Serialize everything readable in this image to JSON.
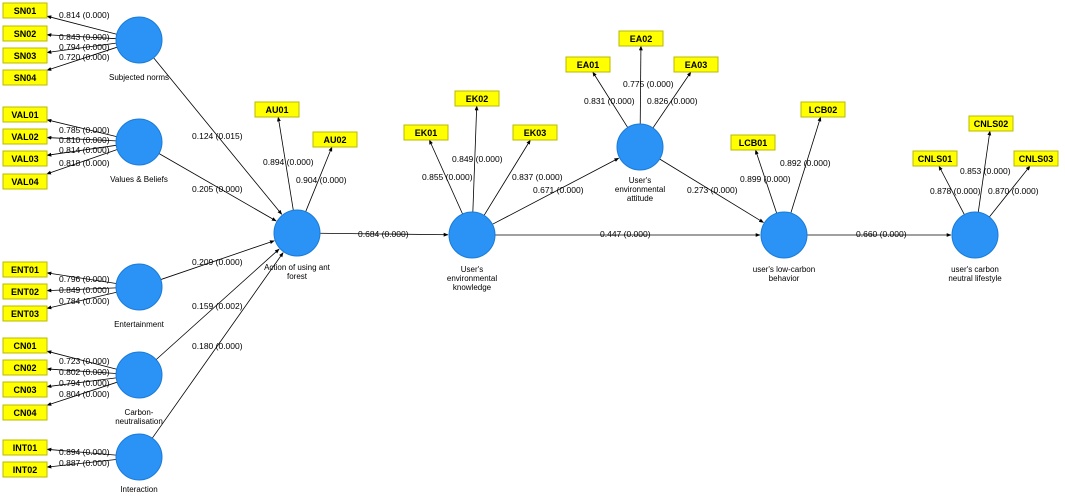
{
  "latent_variables": [
    {
      "id": "SN",
      "label_lines": [
        "Subjected norms"
      ]
    },
    {
      "id": "VB",
      "label_lines": [
        "Values & Beliefs"
      ]
    },
    {
      "id": "ENT",
      "label_lines": [
        "Entertainment"
      ]
    },
    {
      "id": "CN",
      "label_lines": [
        "Carbon-",
        "neutralisation"
      ]
    },
    {
      "id": "INT",
      "label_lines": [
        "Interaction"
      ]
    },
    {
      "id": "AU",
      "label_lines": [
        "Action of using ant",
        "forest"
      ]
    },
    {
      "id": "EK",
      "label_lines": [
        "User's",
        "environmental",
        "knowledge"
      ]
    },
    {
      "id": "EA",
      "label_lines": [
        "User's",
        "environmental",
        "attitude"
      ]
    },
    {
      "id": "LCB",
      "label_lines": [
        "user's low-carbon",
        "behavior"
      ]
    },
    {
      "id": "CNLS",
      "label_lines": [
        "user's carbon",
        "neutral lifestyle"
      ]
    }
  ],
  "indicators": [
    {
      "id": "SN01",
      "label": "SN01",
      "lv": "SN",
      "loading": "0.814 (0.000)"
    },
    {
      "id": "SN02",
      "label": "SN02",
      "lv": "SN",
      "loading": "0.843 (0.000)"
    },
    {
      "id": "SN03",
      "label": "SN03",
      "lv": "SN",
      "loading": "0.794 (0.000)"
    },
    {
      "id": "SN04",
      "label": "SN04",
      "lv": "SN",
      "loading": "0.720 (0.000)"
    },
    {
      "id": "VAL01",
      "label": "VAL01",
      "lv": "VB",
      "loading": "0.785 (0.000)"
    },
    {
      "id": "VAL02",
      "label": "VAL02",
      "lv": "VB",
      "loading": "0.810 (0.000)"
    },
    {
      "id": "VAL03",
      "label": "VAL03",
      "lv": "VB",
      "loading": "0.814 (0.000)"
    },
    {
      "id": "VAL04",
      "label": "VAL04",
      "lv": "VB",
      "loading": "0.818 (0.000)"
    },
    {
      "id": "ENT01",
      "label": "ENT01",
      "lv": "ENT",
      "loading": "0.796 (0.000)"
    },
    {
      "id": "ENT02",
      "label": "ENT02",
      "lv": "ENT",
      "loading": "0.849 (0.000)"
    },
    {
      "id": "ENT03",
      "label": "ENT03",
      "lv": "ENT",
      "loading": "0.784 (0.000)"
    },
    {
      "id": "CN01",
      "label": "CN01",
      "lv": "CN",
      "loading": "0.723 (0.000)"
    },
    {
      "id": "CN02",
      "label": "CN02",
      "lv": "CN",
      "loading": "0.802 (0.000)"
    },
    {
      "id": "CN03",
      "label": "CN03",
      "lv": "CN",
      "loading": "0.794 (0.000)"
    },
    {
      "id": "CN04",
      "label": "CN04",
      "lv": "CN",
      "loading": "0.804 (0.000)"
    },
    {
      "id": "INT01",
      "label": "INT01",
      "lv": "INT",
      "loading": "0.894 (0.000)"
    },
    {
      "id": "INT02",
      "label": "INT02",
      "lv": "INT",
      "loading": "0.887 (0.000)"
    },
    {
      "id": "AU01",
      "label": "AU01",
      "lv": "AU",
      "loading": "0.894 (0.000)"
    },
    {
      "id": "AU02",
      "label": "AU02",
      "lv": "AU",
      "loading": "0.904 (0.000)"
    },
    {
      "id": "EK01",
      "label": "EK01",
      "lv": "EK",
      "loading": "0.855 (0.000)"
    },
    {
      "id": "EK02",
      "label": "EK02",
      "lv": "EK",
      "loading": "0.849 (0.000)"
    },
    {
      "id": "EK03",
      "label": "EK03",
      "lv": "EK",
      "loading": "0.837 (0.000)"
    },
    {
      "id": "EA01",
      "label": "EA01",
      "lv": "EA",
      "loading": "0.831 (0.000)"
    },
    {
      "id": "EA02",
      "label": "EA02",
      "lv": "EA",
      "loading": "0.775 (0.000)"
    },
    {
      "id": "EA03",
      "label": "EA03",
      "lv": "EA",
      "loading": "0.826 (0.000)"
    },
    {
      "id": "LCB01",
      "label": "LCB01",
      "lv": "LCB",
      "loading": "0.899 (0.000)"
    },
    {
      "id": "LCB02",
      "label": "LCB02",
      "lv": "LCB",
      "loading": "0.892 (0.000)"
    },
    {
      "id": "CNLS01",
      "label": "CNLS01",
      "lv": "CNLS",
      "loading": "0.878 (0.000)"
    },
    {
      "id": "CNLS02",
      "label": "CNLS02",
      "lv": "CNLS",
      "loading": "0.853 (0.000)"
    },
    {
      "id": "CNLS03",
      "label": "CNLS03",
      "lv": "CNLS",
      "loading": "0.870 (0.000)"
    }
  ],
  "paths": [
    {
      "from": "SN",
      "to": "AU",
      "coef": "0.124 (0.015)"
    },
    {
      "from": "VB",
      "to": "AU",
      "coef": "0.205 (0.000)"
    },
    {
      "from": "ENT",
      "to": "AU",
      "coef": "0.209 (0.000)"
    },
    {
      "from": "CN",
      "to": "AU",
      "coef": "0.159 (0.002)"
    },
    {
      "from": "INT",
      "to": "AU",
      "coef": "0.180 (0.000)"
    },
    {
      "from": "AU",
      "to": "EK",
      "coef": "0.684 (0.000)"
    },
    {
      "from": "EK",
      "to": "EA",
      "coef": "0.671 (0.000)"
    },
    {
      "from": "EK",
      "to": "LCB",
      "coef": "0.447 (0.000)"
    },
    {
      "from": "EA",
      "to": "LCB",
      "coef": "0.273 (0.000)"
    },
    {
      "from": "LCB",
      "to": "CNLS",
      "coef": "0.660 (0.000)"
    }
  ],
  "colors": {
    "latent": "#2a93f5",
    "indicator": "#ffff00",
    "edge": "#000000"
  }
}
